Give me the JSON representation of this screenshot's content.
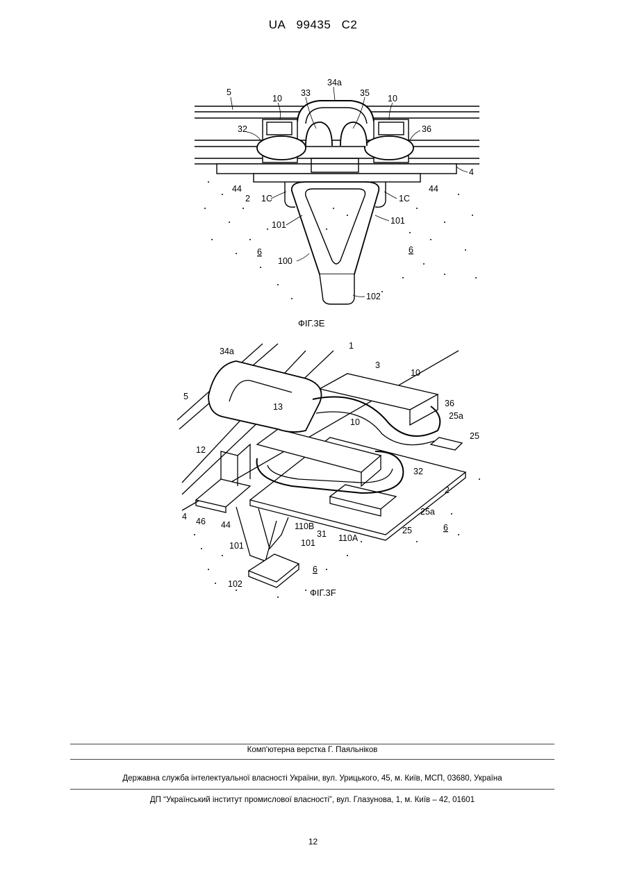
{
  "header": {
    "country": "UA",
    "number": "99435",
    "kind": "C2"
  },
  "figures": [
    {
      "caption": "ФІГ.3Е",
      "labels": [
        "5",
        "10",
        "33",
        "34a",
        "35",
        "10",
        "32",
        "36",
        "4",
        "44",
        "44",
        "2",
        "1C",
        "1C",
        "101",
        "101",
        "6",
        "6",
        "100",
        "102"
      ]
    },
    {
      "caption": "ФІГ.3F",
      "labels": [
        "1",
        "34a",
        "3",
        "10",
        "5",
        "36",
        "25a",
        "13",
        "25",
        "10",
        "12",
        "32",
        "2",
        "4",
        "46",
        "44",
        "110B",
        "31",
        "110A",
        "25a",
        "25",
        "6",
        "101",
        "101",
        "6",
        "102"
      ]
    }
  ],
  "footer": {
    "layout": "Комп'ютерна верстка Г. Паяльніков",
    "agency": "Державна служба інтелектуальної власності України, вул. Урицького, 45, м. Київ, МСП, 03680, Україна",
    "institute": "ДП “Український інститут промислової власності”, вул. Глазунова, 1, м. Київ – 42, 01601"
  },
  "page_number": "12"
}
